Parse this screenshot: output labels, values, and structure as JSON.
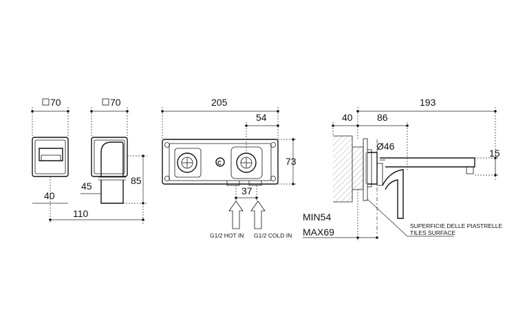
{
  "dims": {
    "front_square": "70",
    "side_square": "70",
    "front_width": "40",
    "side_offset": "45",
    "side_height": "85",
    "total_depth": "110",
    "box_width": "205",
    "box_half": "54",
    "box_height": "73",
    "inlet_spacing": "37",
    "spout_total": "193",
    "wall_depth": "40",
    "spout_body": "86",
    "diameter": "Ø46",
    "spout_height": "15",
    "min_label": "MIN54",
    "max_label": "MAX69"
  },
  "labels": {
    "hot_in": "G1/2 HOT IN",
    "cold_in": "G1/2 COLD IN",
    "tiles_it": "SUPERFICIE DELLE PIASTRELLE",
    "tiles_en": "TILES SURFACE"
  }
}
